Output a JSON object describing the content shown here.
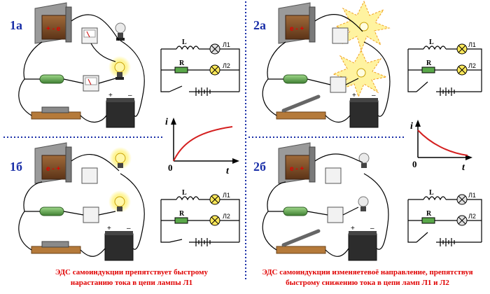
{
  "panels": {
    "p1a": "1а",
    "p2a": "2а",
    "p1b": "1б",
    "p2b": "2б"
  },
  "emf": {
    "plus_minus": "+ - e",
    "minus_plus": "e - +"
  },
  "schematic": {
    "inductor": "L",
    "resistor": "R",
    "lamp1": "Л1",
    "lamp2": "Л2"
  },
  "battery": {
    "plus": "+",
    "minus": "–"
  },
  "graph": {
    "ylabel": "i",
    "xlabel": "t",
    "origin": "0"
  },
  "captions": {
    "left_line1": "ЭДС самоиндукции препятствует быстрому",
    "left_line2": "нарастанию тока в цепи лампы Л1",
    "right_line1": "ЭДС самоиндукции изменяетевоё направление, препятствуя",
    "right_line2": "быстрому снижению тока в цепи ламп Л1 и Л2"
  },
  "colors": {
    "accent_blue": "#1a2fa8",
    "caption_red": "#e00000",
    "curve_red": "#d42020",
    "lamp_on": "#ffe95a",
    "resistor_green": "#5aa84a"
  }
}
